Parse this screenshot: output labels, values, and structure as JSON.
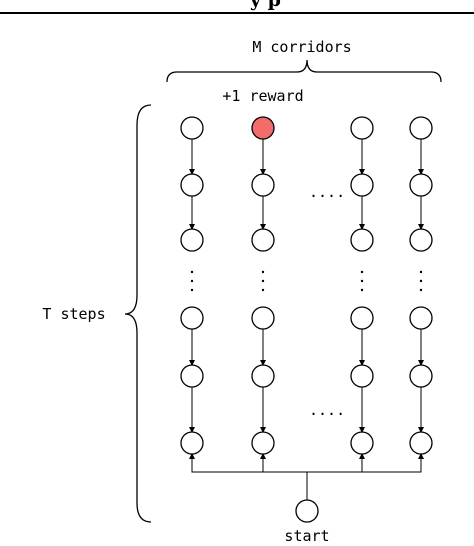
{
  "header": {
    "partial_text": "y           p"
  },
  "diagram": {
    "top_label": "M corridors",
    "reward_label": "+1 reward",
    "left_label": "T steps",
    "bottom_label": "start",
    "horizontal_ellipsis": "....",
    "vertical_ellipsis": ":",
    "reward_color": "#f36b6b",
    "node_fill": "#ffffff",
    "stroke_color": "#000000",
    "corridor_count_shown": 4,
    "rows_shown": 6
  }
}
